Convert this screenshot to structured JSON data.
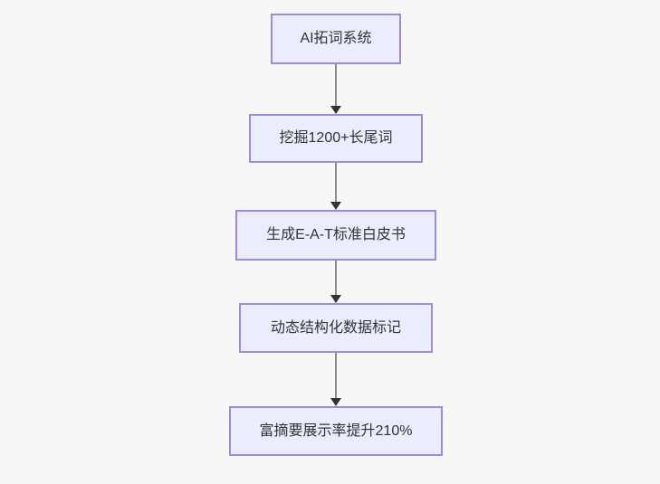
{
  "theme": {
    "background": "#f7f7f7",
    "node-fill": "#ECECFF",
    "node-border": "#9f8bdb",
    "node-text": "#333333",
    "edge-line": "#8c8c8c",
    "edge-arrowhead": "#333333"
  },
  "flowchart": {
    "type": "flowchart",
    "direction": "top-down",
    "nodes": [
      {
        "label": "AI拓词系统"
      },
      {
        "label": "挖掘1200+长尾词"
      },
      {
        "label": "生成E-A-T标准白皮书"
      },
      {
        "label": "动态结构化数据标记"
      },
      {
        "label": "富摘要展示率提升210%"
      }
    ],
    "edges": [
      {
        "from": 0,
        "to": 1
      },
      {
        "from": 1,
        "to": 2
      },
      {
        "from": 2,
        "to": 3
      },
      {
        "from": 3,
        "to": 4
      }
    ]
  }
}
